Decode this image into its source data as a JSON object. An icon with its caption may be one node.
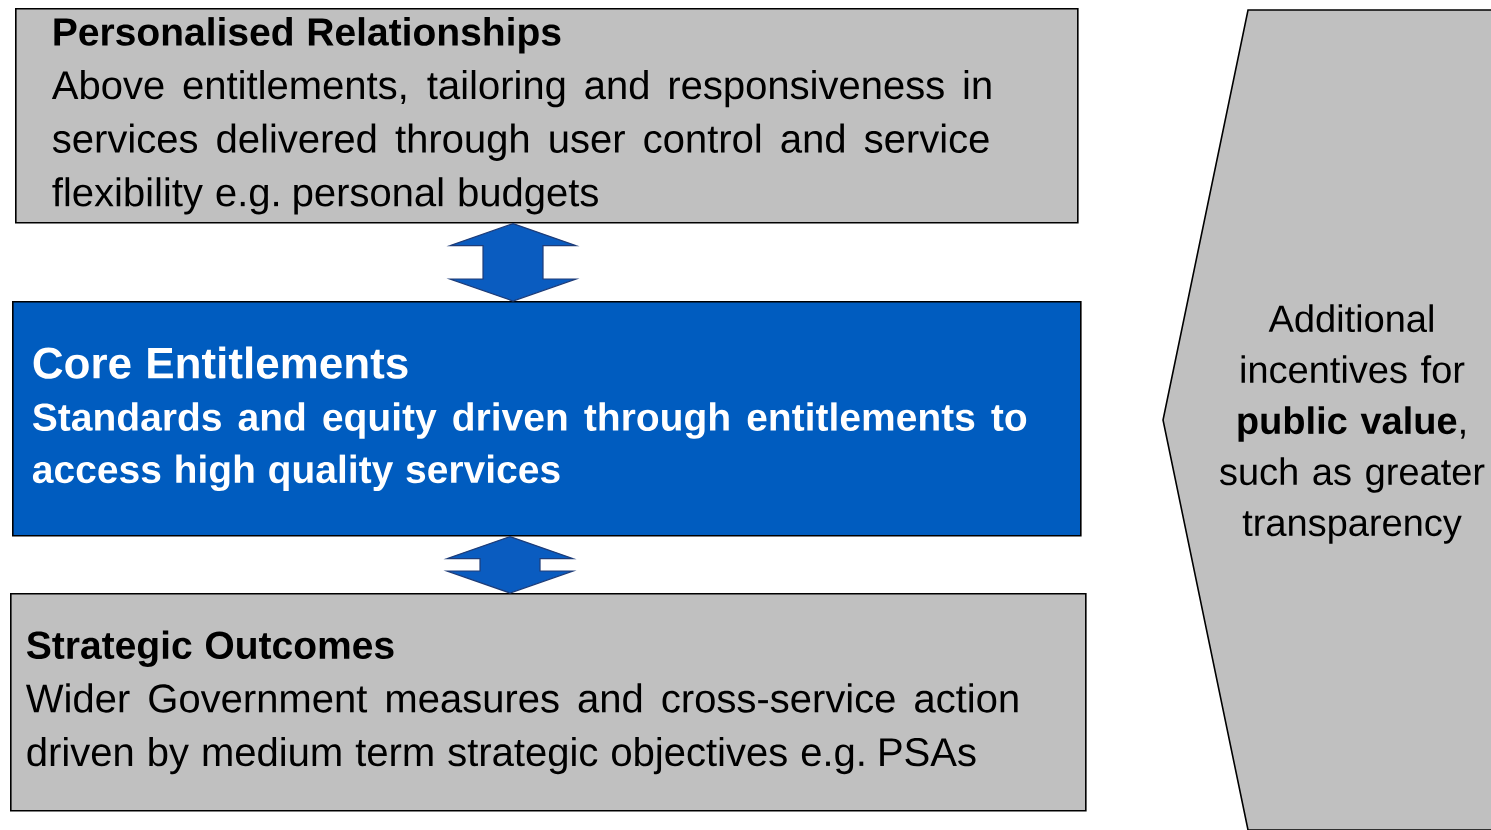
{
  "diagram": {
    "nodes": [
      {
        "text": [
          "Personalised Relationships",
          "Above entitlements, tailoring and responsiveness in services delivered through user control and service flexibility e.g. personal budgets"
        ]
      },
      {
        "text": [
          "Core Entitlements",
          "Standards and equity driven through entitlements to access high quality services"
        ]
      },
      {
        "text": [
          "Strategic Outcomes",
          "Wider Government measures and cross-service action driven by medium term strategic objectives e.g. PSAs"
        ]
      },
      {
        "text": [
          "Additional incentives for **public value**, such as greater transparency"
        ]
      }
    ],
    "edges": [
      {
        "from": 0,
        "to": 1,
        "arrow": "both"
      },
      {
        "from": 1,
        "to": 2,
        "arrow": "both"
      }
    ]
  }
}
